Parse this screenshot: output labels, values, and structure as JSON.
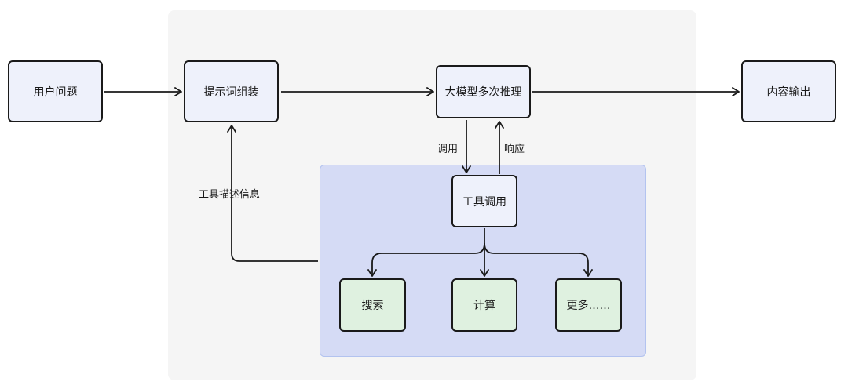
{
  "colors": {
    "background": "#ffffff",
    "container_fill": "#f5f5f5",
    "tool_group_fill": "#d5dbf5",
    "tool_group_border": "#b3c3ef",
    "node_fill": "#eef1fb",
    "tool_node_fill": "#dff1e0",
    "stroke": "#1a1a1a"
  },
  "nodes": {
    "user_question": "用户问题",
    "prompt_assembly": "提示词组装",
    "llm_reasoning": "大模型多次推理",
    "output": "内容输出",
    "tool_call": "工具调用",
    "search": "搜索",
    "compute": "计算",
    "more": "更多……"
  },
  "edge_labels": {
    "call": "调用",
    "response": "响应",
    "tool_description": "工具描述信息"
  }
}
